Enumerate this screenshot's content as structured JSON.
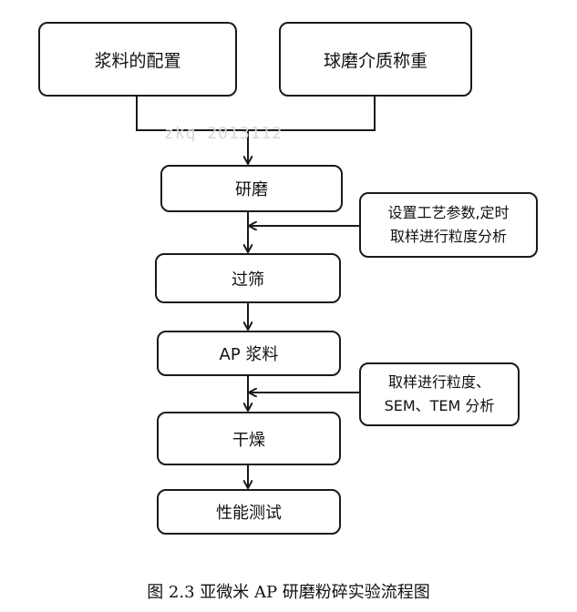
{
  "watermark": "zkq   2013112",
  "nodes": {
    "slurry_prep": "浆料的配置",
    "ball_weigh": "球磨介质称重",
    "grinding": "研磨",
    "sieving": "过筛",
    "ap_slurry": "AP 浆料",
    "drying": "干燥",
    "testing": "性能测试"
  },
  "notes": {
    "process_params": "设置工艺参数,定时\n取样进行粒度分析",
    "analysis": "取样进行粒度、\nSEM、TEM 分析"
  },
  "caption": "图 2.3  亚微米 AP 研磨粉碎实验流程图"
}
